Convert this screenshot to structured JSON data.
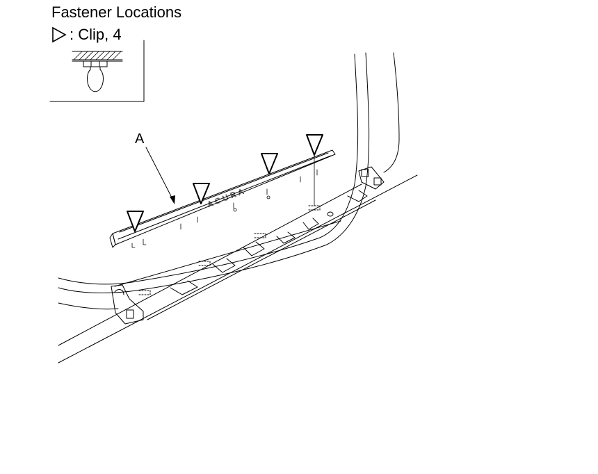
{
  "header": {
    "title": "Fastener Locations",
    "legend_text": ": Clip, 4"
  },
  "diagram": {
    "callout_label": "A",
    "part_lettering": "ACURA",
    "clip_count": 4,
    "icons": [
      "clip-marker-icon",
      "clip-detail-icon"
    ],
    "line_color": "#000000"
  }
}
